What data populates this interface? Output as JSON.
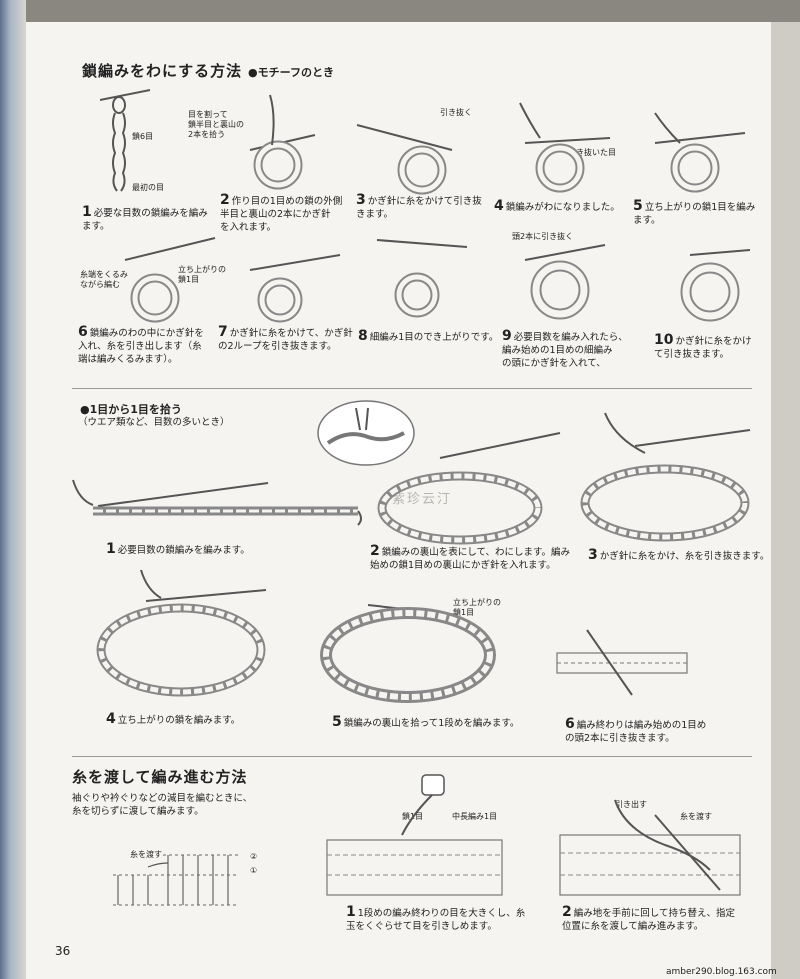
{
  "page": {
    "number": "36",
    "footer_url": "amber290.blog.163.com",
    "watermark": "紫珍云汀"
  },
  "section1": {
    "title": "鎖編みをわにする方法",
    "subtitle": "●モチーフのとき",
    "labels": {
      "chain6": "鎖6目",
      "first": "最初の目",
      "pickup": "目を割って\n鎖半目と裏山の\n2本を拾う",
      "pull_through": "引き抜く",
      "pulled": "引き抜いた目",
      "yarn_end": "糸端をくるみ\nながら編む",
      "turning_chain": "立ち上がりの\n鎖1目",
      "two_strands": "頭2本に引き抜く"
    },
    "steps": [
      {
        "num": "1",
        "text": "必要な目数の鎖編みを編み\nます。"
      },
      {
        "num": "2",
        "text": "作り目の1目めの鎖の外側\n半目と裏山の2本にかぎ針\nを入れます。"
      },
      {
        "num": "3",
        "text": "かぎ針に糸をかけて引き抜\nきます。"
      },
      {
        "num": "4",
        "text": "鎖編みがわになりました。"
      },
      {
        "num": "5",
        "text": "立ち上がりの鎖1目を編み\nます。"
      },
      {
        "num": "6",
        "text": "鎖編みのわの中にかぎ針を\n入れ、糸を引き出します（糸\n端は編みくるみます）。"
      },
      {
        "num": "7",
        "text": "かぎ針に糸をかけて、かぎ針\nの2ループを引き抜きます。"
      },
      {
        "num": "8",
        "text": "細編み1目のでき上がりです。"
      },
      {
        "num": "9",
        "text": "必要目数を編み入れたら、\n編み始めの1目めの細編み\nの頭にかぎ針を入れて、"
      },
      {
        "num": "10",
        "text": "かぎ針に糸をかけ\nて引き抜きます。"
      }
    ]
  },
  "section2": {
    "title": "●1目から1目を拾う",
    "subtitle": "（ウエア類など、目数の多いとき）",
    "turning_chain": "立ち上がりの\n鎖1目",
    "steps": [
      {
        "num": "1",
        "text": "必要目数の鎖編みを編みます。"
      },
      {
        "num": "2",
        "text": "鎖編みの裏山を表にして、わにします。編み\n始めの鎖1目めの裏山にかぎ針を入れます。"
      },
      {
        "num": "3",
        "text": "かぎ針に糸をかけ、糸を引き抜きます。"
      },
      {
        "num": "4",
        "text": "立ち上がりの鎖を編みます。"
      },
      {
        "num": "5",
        "text": "鎖編みの裏山を拾って1段めを編みます。"
      },
      {
        "num": "6",
        "text": "編み終わりは編み始めの1目め\nの頭2本に引き抜きます。"
      }
    ]
  },
  "section3": {
    "title": "糸を渡して編み進む方法",
    "intro": "袖ぐりや衿ぐりなどの減目を編むときに、\n糸を切らずに渡して編みます。",
    "chart_label": "糸を渡す",
    "row2": "②",
    "row1": "①",
    "label_ch1": "鎖1目",
    "label_hdc": "中長編み1目",
    "label_draw": "引き出す",
    "label_carry": "糸を渡す",
    "steps": [
      {
        "num": "1",
        "text": "1段めの編み終わりの目を大きくし、糸\n玉をくぐらせて目を引きしめます。"
      },
      {
        "num": "2",
        "text": "編み地を手前に回して持ち替え、指定\n位置に糸を渡して編み進みます。"
      }
    ]
  }
}
